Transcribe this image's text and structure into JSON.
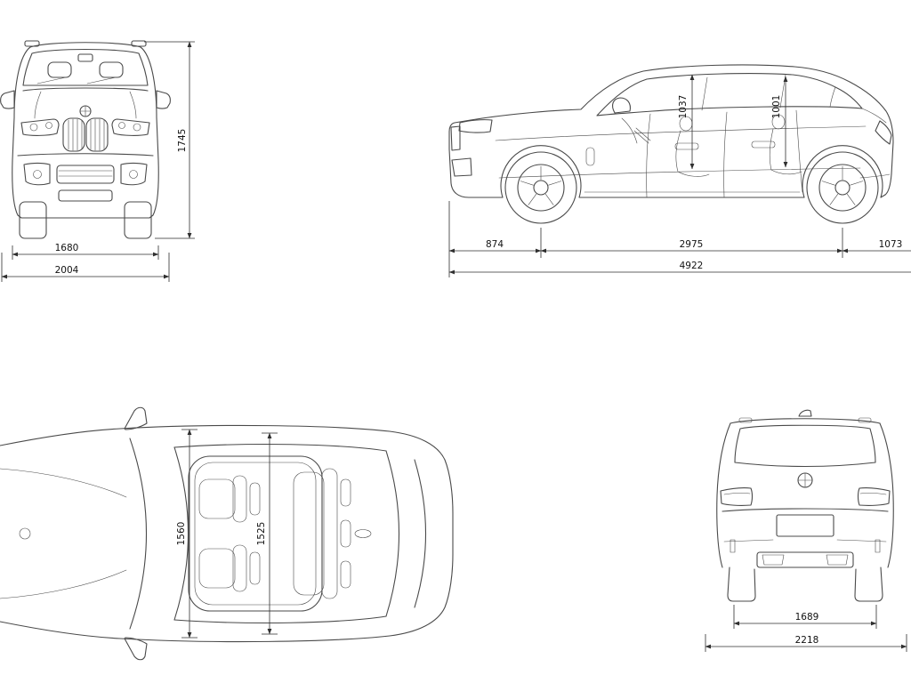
{
  "colors": {
    "line": "#4a4a4a",
    "dimension": "#2f2f2f",
    "background": "#ffffff"
  },
  "front_view": {
    "height": "1745",
    "width_lower": "1680",
    "width_overall": "2004"
  },
  "side_view": {
    "interior_front": "1037",
    "interior_rear": "1001",
    "front_overhang": "874",
    "wheelbase": "2975",
    "rear_overhang": "1073",
    "length": "4922"
  },
  "top_view": {
    "width_front": "1560",
    "width_rear": "1525"
  },
  "rear_view": {
    "track": "1689",
    "width_overall": "2218"
  }
}
